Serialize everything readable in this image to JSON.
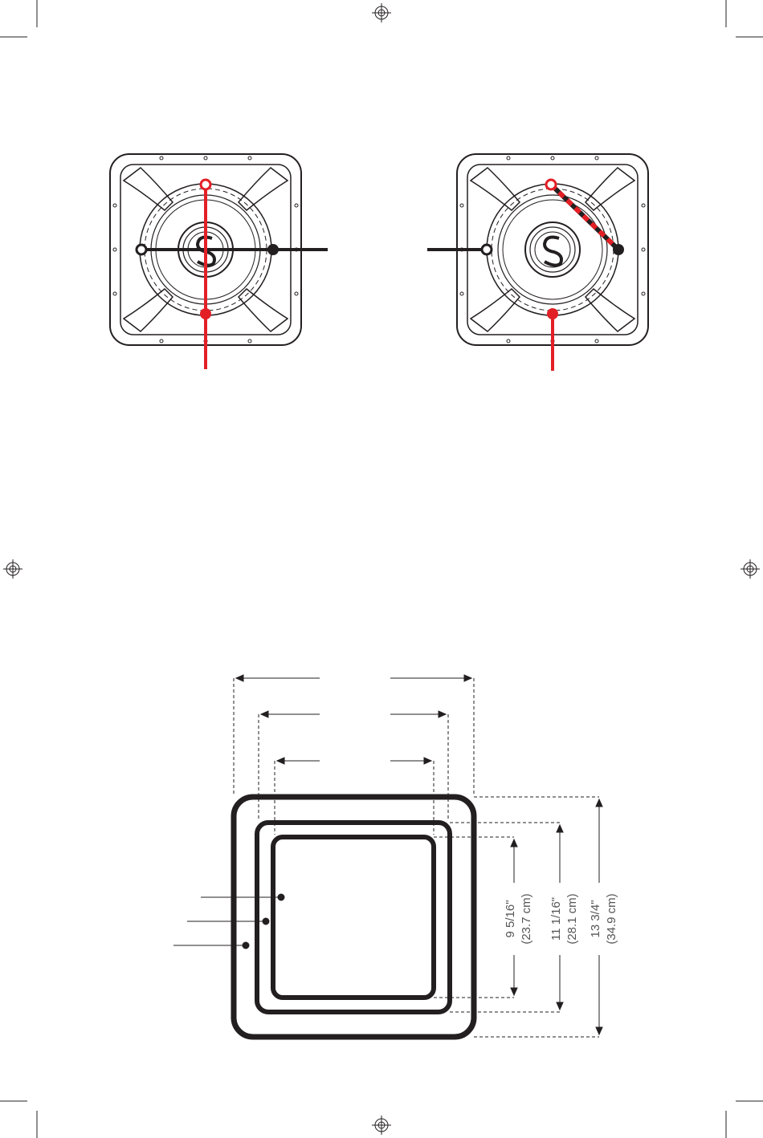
{
  "colors": {
    "line": "#231f20",
    "accent": "#e31f26",
    "dim_text": "#555555"
  },
  "figures": {
    "left_speaker": {
      "wiring": "parallel-style: red wire top to bottom, black wire left to right"
    },
    "right_speaker": {
      "wiring": "series-style: red/black dashed jumper between top and right terminal"
    }
  },
  "dimensions": {
    "d1": {
      "imperial": "9 5/16\"",
      "metric": "(23.7 cm)"
    },
    "d2": {
      "imperial": "11 1/16\"",
      "metric": "(28.1 cm)"
    },
    "d3": {
      "imperial": "13 3/4\"",
      "metric": "(34.9 cm)"
    }
  }
}
